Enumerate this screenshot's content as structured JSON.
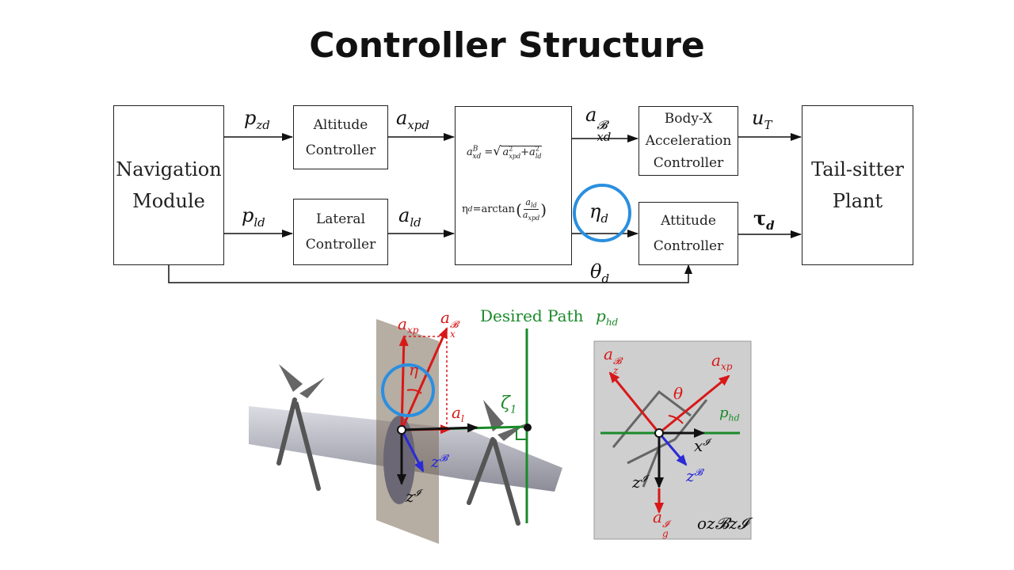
{
  "title": "Controller Structure",
  "blocks": {
    "navigation": [
      "Navigation",
      "Module"
    ],
    "altitude": [
      "Altitude",
      "Controller"
    ],
    "lateral": [
      "Lateral",
      "Controller"
    ],
    "bodyx": [
      "Body-X",
      "Acceleration",
      "Controller"
    ],
    "attitude": [
      "Attitude",
      "Controller"
    ],
    "plant": [
      "Tail-sitter",
      "Plant"
    ]
  },
  "mixer": {
    "eq1_lhs": "a",
    "eq1_lhs_sup": "B",
    "eq1_lhs_sub": "xd",
    "eq1_rhs_a1": "a",
    "eq1_rhs_sub1": "xpd",
    "eq1_plus": "+",
    "eq1_rhs_a2": "a",
    "eq1_rhs_sub2": "ld",
    "eq1_sq": "2",
    "eq2_lhs": "η",
    "eq2_lhs_sub": "d",
    "eq2_fn": "=arctan",
    "eq2_num": "a",
    "eq2_num_sub": "ld",
    "eq2_den": "a",
    "eq2_den_sub": "xpd"
  },
  "signals": {
    "pzd": {
      "main": "p",
      "sub": "zd"
    },
    "pld": {
      "main": "p",
      "sub": "ld"
    },
    "axpd": {
      "main": "a",
      "sub": "xpd"
    },
    "ald": {
      "main": "a",
      "sub": "ld"
    },
    "axd_b": {
      "main": "a",
      "sub": "xd",
      "sup": "𝓑"
    },
    "etad": {
      "main": "η",
      "sub": "d"
    },
    "ut": {
      "main": "u",
      "sub": "T"
    },
    "taud": {
      "main": "τ",
      "sub": "d"
    },
    "thetad": {
      "main": "θ",
      "sub": "d"
    }
  },
  "left_figure": {
    "desired_path": "Desired Path",
    "phd": {
      "main": "p",
      "sub": "hd"
    },
    "axp": {
      "main": "a",
      "sub": "xp"
    },
    "ax_b": {
      "main": "a",
      "sub": "x",
      "sup": "𝓑"
    },
    "eta": "η",
    "al": {
      "main": "a",
      "sub": "l"
    },
    "zeta": {
      "main": "ζ",
      "sub": "1"
    },
    "zb": {
      "main": "z",
      "sup": "𝓑"
    },
    "zi": {
      "main": "z",
      "sup": "𝓘"
    }
  },
  "right_figure": {
    "az_b": {
      "main": "a",
      "sub": "z",
      "sup": "𝓑"
    },
    "axp": {
      "main": "a",
      "sub": "xp"
    },
    "theta": "θ",
    "phd": {
      "main": "p",
      "sub": "hd"
    },
    "xi": {
      "main": "x",
      "sup": "𝓘"
    },
    "zi": {
      "main": "z",
      "sup": "𝓘"
    },
    "zb": {
      "main": "z",
      "sup": "𝓑"
    },
    "ag": {
      "main": "a",
      "sub": "g",
      "sup": "𝓘"
    },
    "plane": "oz𝓑z𝓘"
  },
  "colors": {
    "highlight_circle": "#2a8fe0",
    "red_vectors": "#d81818",
    "green_path": "#1a8a2a",
    "blue_vector": "#2a2ad8",
    "panel_gray": "#cfcfcf"
  }
}
